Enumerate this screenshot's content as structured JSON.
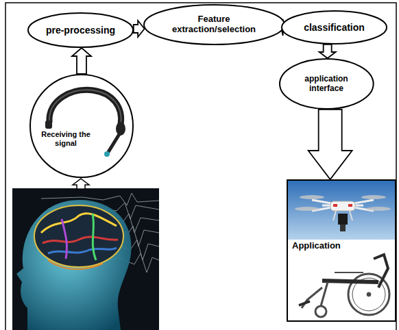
{
  "diagram": {
    "nodes": [
      {
        "text": [
          "pre-processing"
        ]
      },
      {
        "text": [
          "Feature extraction/selection"
        ]
      },
      {
        "text": [
          "classification"
        ]
      },
      {
        "text": [
          "Receiving the signal"
        ]
      },
      {
        "text": [
          "application interface"
        ]
      },
      {
        "text": [
          "Application"
        ]
      }
    ],
    "edges": [
      {
        "from": 3,
        "to": 0,
        "arrow": "to"
      },
      {
        "from": 0,
        "to": 1,
        "arrow": "to"
      },
      {
        "from": 1,
        "to": 2,
        "arrow": "to"
      },
      {
        "from": 2,
        "to": 4,
        "arrow": "to"
      },
      {
        "from": 4,
        "to": 5,
        "arrow": "to"
      }
    ]
  }
}
